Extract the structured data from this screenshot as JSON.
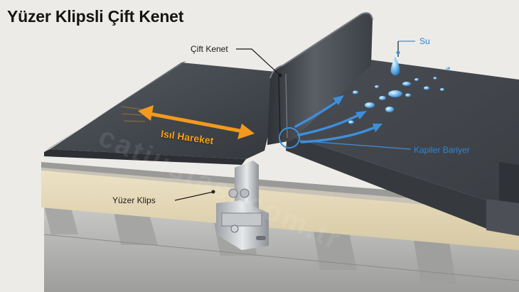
{
  "title": "Yüzer Klipsli Çift Kenet",
  "labels": {
    "seam": "Çift Kenet",
    "water": "Su",
    "thermal": "Isıl Hareket",
    "capillary": "Kapiler Bariyer",
    "clip": "Yüzer Klips"
  },
  "watermark": "catiustasi.com.tr",
  "colors": {
    "panel": "#3e4247",
    "seam": "#4a4e53",
    "insulation": "#e4d8b8",
    "deck": "#b9b9b9",
    "water_blue": "#3d8fdc",
    "arrow_orange": "#f39a1c",
    "background": "#ecebe7"
  },
  "icons": {
    "thermal_arrow": "double-arrow-icon",
    "water_arrow": "curved-arrow-icon",
    "drop": "water-drop-icon"
  }
}
